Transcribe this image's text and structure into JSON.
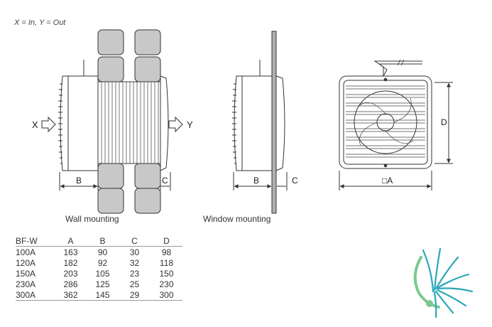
{
  "flow_note": "X = In, Y = Out",
  "captions": {
    "wall_mounting": "Wall mounting",
    "window_mounting": "Window mounting"
  },
  "dimension_labels": {
    "x": "X",
    "y": "Y",
    "a": "□A",
    "b": "B",
    "c": "C",
    "d": "D"
  },
  "spec_table": {
    "headers": [
      "BF-W",
      "A",
      "B",
      "C",
      "D"
    ],
    "rows": [
      [
        "100A",
        "163",
        "90",
        "30",
        "98"
      ],
      [
        "120A",
        "182",
        "92",
        "32",
        "118"
      ],
      [
        "150A",
        "203",
        "105",
        "23",
        "150"
      ],
      [
        "230A",
        "286",
        "125",
        "25",
        "230"
      ],
      [
        "300A",
        "362",
        "145",
        "29",
        "300"
      ]
    ]
  },
  "colors": {
    "line": "#333333",
    "wall_fill": "#c8c8c8",
    "pane_fill": "#b0b0b0",
    "logo_teal": "#2aa7b8",
    "logo_green": "#7cc98f"
  }
}
